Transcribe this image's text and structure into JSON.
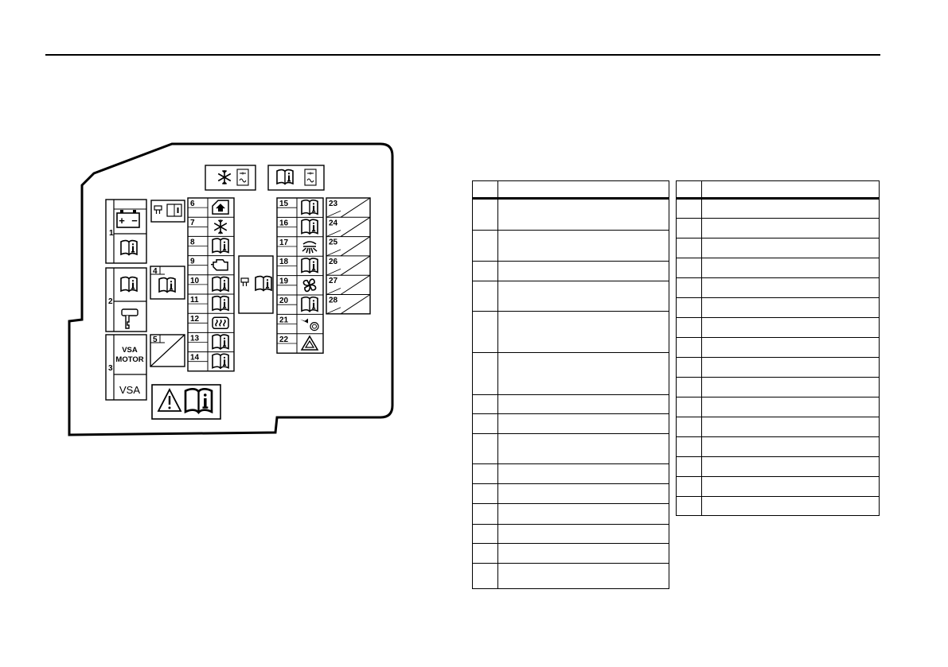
{
  "diagram": {
    "fuse_numbers": [
      "1",
      "2",
      "3",
      "4",
      "5",
      "6",
      "7",
      "8",
      "9",
      "10",
      "11",
      "12",
      "13",
      "14",
      "15",
      "16",
      "17",
      "18",
      "19",
      "20",
      "21",
      "22",
      "23",
      "24",
      "25",
      "26",
      "27",
      "28"
    ],
    "fuse_icons": {
      "6": "power-window-icon",
      "7": "ac-snowflake-icon",
      "8": "owners-manual-icon",
      "9": "engine-check-icon",
      "10": "owners-manual-icon",
      "11": "owners-manual-icon",
      "12": "rear-defroster-icon",
      "13": "owners-manual-icon",
      "14": "owners-manual-icon",
      "15": "owners-manual-icon",
      "16": "owners-manual-icon",
      "17": "headlight-icon",
      "18": "owners-manual-icon",
      "19": "fan-icon",
      "20": "owners-manual-icon",
      "21": "horn-brake-icon",
      "22": "hazard-icon"
    },
    "vsa_motor_label": "VSA\nMOTOR",
    "vsa_label": "VSA",
    "battery_plus": "+",
    "battery_minus": "−"
  },
  "table_left": {
    "header": [
      "",
      ""
    ],
    "rows": [
      {
        "no": "",
        "desc": ""
      },
      {
        "no": "",
        "desc": ""
      },
      {
        "no": "",
        "desc": ""
      },
      {
        "no": "",
        "desc": ""
      },
      {
        "no": "",
        "desc": ""
      },
      {
        "no": "",
        "desc": ""
      },
      {
        "no": "",
        "desc": ""
      },
      {
        "no": "",
        "desc": ""
      },
      {
        "no": "",
        "desc": ""
      },
      {
        "no": "",
        "desc": ""
      },
      {
        "no": "",
        "desc": ""
      },
      {
        "no": "",
        "desc": ""
      },
      {
        "no": "",
        "desc": ""
      },
      {
        "no": "",
        "desc": ""
      },
      {
        "no": "",
        "desc": ""
      }
    ]
  },
  "table_right": {
    "header": [
      "",
      ""
    ],
    "rows": [
      {
        "no": "",
        "desc": ""
      },
      {
        "no": "",
        "desc": ""
      },
      {
        "no": "",
        "desc": ""
      },
      {
        "no": "",
        "desc": ""
      },
      {
        "no": "",
        "desc": ""
      },
      {
        "no": "",
        "desc": ""
      },
      {
        "no": "",
        "desc": ""
      },
      {
        "no": "",
        "desc": ""
      },
      {
        "no": "",
        "desc": ""
      },
      {
        "no": "",
        "desc": ""
      },
      {
        "no": "",
        "desc": ""
      },
      {
        "no": "",
        "desc": ""
      },
      {
        "no": "",
        "desc": ""
      },
      {
        "no": "",
        "desc": ""
      },
      {
        "no": "",
        "desc": ""
      },
      {
        "no": "",
        "desc": ""
      }
    ]
  }
}
